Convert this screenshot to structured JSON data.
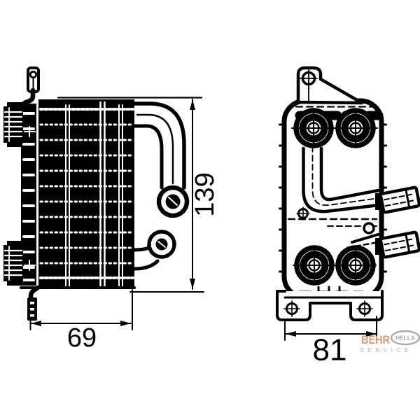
{
  "dimensions": {
    "height": "139",
    "side_width": "69",
    "front_width": "81"
  },
  "logo": {
    "behr": "BEHR",
    "hella": "HELLA",
    "service": "SERVICE"
  },
  "colors": {
    "line": "#000000",
    "background": "#ffffff",
    "behr_orange": "#e0966e",
    "hella_gray": "#a9a9a9",
    "service_gray": "#b3b3b3"
  }
}
